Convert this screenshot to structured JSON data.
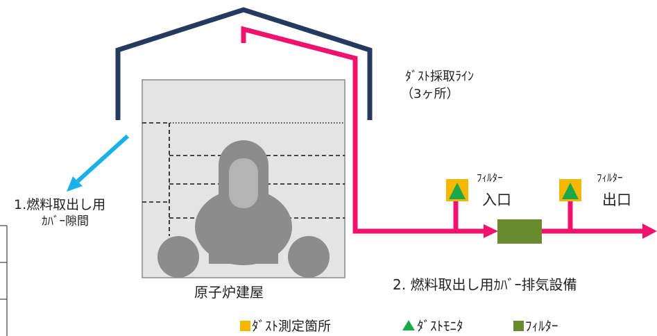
{
  "labels": {
    "dust_line": "ﾀﾞｽﾄ採取ﾗｲﾝ",
    "dust_line_count": "（3ヶ所）",
    "filter_inlet_top": "ﾌｨﾙﾀｰ",
    "filter_inlet_bottom": "入口",
    "filter_outlet_top": "ﾌｨﾙﾀｰ",
    "filter_outlet_bottom": "出口",
    "gap_line1": "1.燃料取出し用",
    "gap_line2": "ｶﾊﾞｰ隙間",
    "exhaust": "2. 燃料取出し用ｶﾊﾞｰ排気設備",
    "building": "原子炉建屋"
  },
  "legend": {
    "measure": "ﾀﾞｽﾄ測定箇所",
    "monitor": "ﾀﾞｽﾄﾓﾆﾀ",
    "filter": "ﾌｨﾙﾀｰ"
  },
  "colors": {
    "cover": "#243a5e",
    "exhaust_line": "#f0136e",
    "leak_arrow": "#1ab0e8",
    "measure_point": "#f5b800",
    "monitor": "#1aa84a",
    "filter": "#6a8a2e",
    "reactor": "#8c8c8c",
    "reactor_inner": "#b4b4b4",
    "building_fill": "#e4e4e4"
  }
}
